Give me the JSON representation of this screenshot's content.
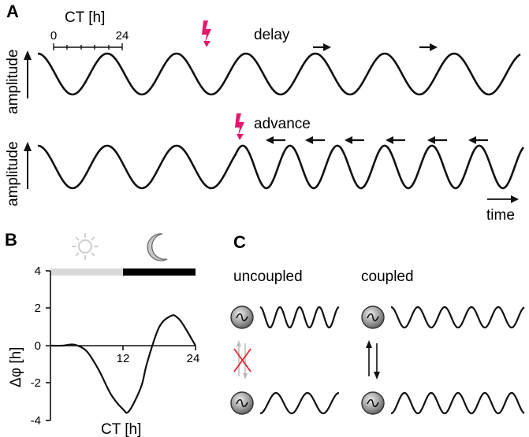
{
  "panel_a": {
    "label": "A",
    "ct_label": "CT [h]",
    "ct_ticks": [
      "0",
      "24"
    ],
    "top_trace": {
      "axis_label": "amplitude",
      "shift_label": "delay"
    },
    "bottom_trace": {
      "axis_label": "amplitude",
      "shift_label": "advance"
    },
    "x_axis_label": "time",
    "icons": [
      "light-pulse-bolt-icon",
      "arrow-right-icon",
      "arrow-left-icon",
      "arrow-up-icon"
    ]
  },
  "panel_b": {
    "label": "B",
    "icons": [
      "sun-icon",
      "moon-icon"
    ],
    "light_bar_color": "#d9d9d9",
    "dark_bar_color": "#000000",
    "chart_data": {
      "type": "line",
      "xlabel": "CT [h]",
      "ylabel": "Δφ [h]",
      "xlim": [
        0,
        24
      ],
      "ylim": [
        -4,
        4
      ],
      "xticks": [
        "12",
        "24"
      ],
      "yticks": [
        "4",
        "2",
        "0",
        "-2",
        "-4"
      ],
      "series": [
        {
          "x": [
            0,
            2,
            4,
            6,
            8,
            10,
            12,
            13,
            15,
            16,
            18,
            20,
            21,
            22,
            24
          ],
          "y": [
            0,
            0,
            0.05,
            -0.3,
            -1.3,
            -2.6,
            -3.4,
            -3.5,
            -2.2,
            -0.9,
            1.0,
            1.6,
            1.5,
            1.1,
            0
          ]
        }
      ]
    }
  },
  "panel_c": {
    "label": "C",
    "uncoupled_label": "uncoupled",
    "coupled_label": "coupled",
    "icons": [
      "oscillator-icon",
      "no-coupling-cross-icon",
      "coupling-arrows-icon"
    ]
  }
}
